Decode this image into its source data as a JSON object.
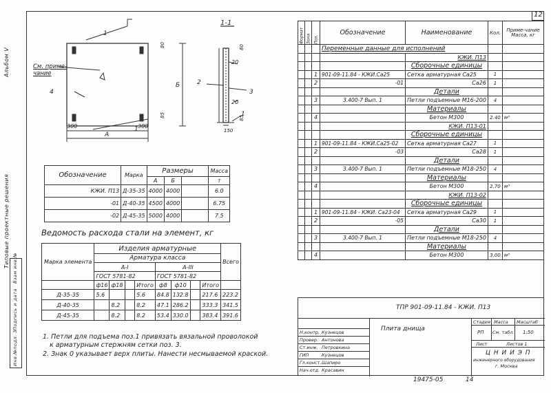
{
  "sheet_number": "12",
  "side": {
    "album": "Альбом V",
    "series": "Типовые проектные решения",
    "inv": "Взам инв.№",
    "sign": "Подпись и дата",
    "orig": "Инв.№подл. 3"
  },
  "drawing": {
    "section_label": "1-1",
    "ref_note": "См. приме-чание",
    "cut_mark": "1",
    "pos4": "4",
    "pos2": "2",
    "pos3": "3",
    "pos1": "1",
    "dim_300_left": "300",
    "dim_300_right": "300",
    "dim_A": "А",
    "dim_B": "Б",
    "dim_80": "80",
    "dim_85": "85",
    "dim_20": "20",
    "dim_150": "150"
  },
  "dims_table": {
    "headers": {
      "designation": "Обозначение",
      "mark": "Марка",
      "sizes": "Размеры",
      "mass": "Масса"
    },
    "subheaders": {
      "a": "А",
      "b": "Б",
      "unit": "т"
    },
    "rows": [
      {
        "designation": "КЖИ. П13",
        "mark": "Д-35-35",
        "a": "4000",
        "b": "4000",
        "extra": "",
        "mass": "6.0"
      },
      {
        "designation": "-01",
        "mark": "Д-40-35",
        "a": "4500",
        "b": "4000",
        "extra": "",
        "mass": "6.75"
      },
      {
        "designation": "-02",
        "mark": "Д-45-35",
        "a": "5000",
        "b": "4000",
        "extra": "",
        "mass": "7.5"
      }
    ]
  },
  "steel_title": "Ведомость расхода стали на элемент, кг",
  "steel_table": {
    "h_products": "Изделия арматурные",
    "h_armature": "Арматура класса",
    "h_mark": "Марка элемента",
    "h_total": "Всего",
    "h_a1": "А-I",
    "h_a3": "А-III",
    "h_gost1": "ГОСТ 5781-82",
    "h_gost2": "ГОСТ 5781-82",
    "cols": [
      "ф16",
      "ф18",
      "",
      "Итого",
      "ф8",
      "ф10",
      "",
      "Итого"
    ],
    "rows": [
      {
        "mark": "Д-35-35",
        "v": [
          "5.6",
          "",
          "",
          "5.6",
          "84.8",
          "132.8",
          "",
          "217.6"
        ],
        "total": "223.2"
      },
      {
        "mark": "Д-40-35",
        "v": [
          "",
          "8.2",
          "",
          "8.2",
          "47.1",
          "286.2",
          "",
          "333.3"
        ],
        "total": "341.5"
      },
      {
        "mark": "Д-45-35",
        "v": [
          "",
          "8.2",
          "",
          "8.2",
          "53.4",
          "330.0",
          "",
          "383.4"
        ],
        "total": "391.6"
      }
    ]
  },
  "notes": [
    "1. Петли для подъема поз.1 привязать вязальной проволокой",
    "к арматурным стержням сетки поз. 3.",
    "2. Знак 0 указывает верх плиты. Нанести несмываемой краской."
  ],
  "spec": {
    "headers": {
      "format": "Формат",
      "zone": "Зона",
      "pos": "Поз.",
      "designation": "Обозначение",
      "name": "Наименование",
      "qty": "Кол.",
      "note": "Приме-чание Масса, кг"
    },
    "rows": [
      {
        "pos": "",
        "des": "Переменные данные для исполнений",
        "name": "",
        "qty": "",
        "note": "",
        "span": true
      },
      {
        "pos": "",
        "des": "",
        "name": "КЖИ. П13",
        "qty": "",
        "note": "",
        "cls": "r u"
      },
      {
        "pos": "",
        "des": "",
        "name": "Сборочные единицы",
        "qty": "",
        "note": "",
        "cls": "c u"
      },
      {
        "pos": "1",
        "des": "901-09-11.84 - КЖИ.Са25",
        "name": "Сетка арматурная Са25",
        "qty": "1",
        "note": ""
      },
      {
        "pos": "2",
        "des": "-01",
        "name": "Са26",
        "qty": "1",
        "note": "",
        "dcls": "r",
        "cls": "r"
      },
      {
        "pos": "",
        "des": "",
        "name": "Детали",
        "qty": "",
        "note": "",
        "cls": "c u"
      },
      {
        "pos": "3",
        "des": "3.400-7   Вып. 1",
        "name": "Петли подъемные М16-200",
        "qty": "4",
        "note": "",
        "dcls": "c"
      },
      {
        "pos": "",
        "des": "",
        "name": "Материалы",
        "qty": "",
        "note": "",
        "cls": "c u"
      },
      {
        "pos": "4",
        "des": "",
        "name": "Бетон  М300",
        "qty": "2.40",
        "note": "м³",
        "cls": "c"
      },
      {
        "pos": "",
        "des": "",
        "name": "КЖИ. П13-01",
        "qty": "",
        "note": "",
        "cls": "r u"
      },
      {
        "pos": "",
        "des": "",
        "name": "Сборочные единицы",
        "qty": "",
        "note": "",
        "cls": "c u"
      },
      {
        "pos": "1",
        "des": "901-09-11.84 - КЖИ.Са25-02",
        "name": "Сетка арматурная Са27",
        "qty": "1",
        "note": ""
      },
      {
        "pos": "2",
        "des": "-03",
        "name": "Са28",
        "qty": "1",
        "note": "",
        "dcls": "r",
        "cls": "r"
      },
      {
        "pos": "",
        "des": "",
        "name": "Детали",
        "qty": "",
        "note": "",
        "cls": "c u"
      },
      {
        "pos": "3",
        "des": "3.400-7   Вып. 1",
        "name": "Петли подъемные М18-250",
        "qty": "4",
        "note": "",
        "dcls": "c"
      },
      {
        "pos": "",
        "des": "",
        "name": "Материалы",
        "qty": "",
        "note": "",
        "cls": "c u"
      },
      {
        "pos": "4",
        "des": "",
        "name": "Бетон  М300",
        "qty": "2.70",
        "note": "м³",
        "cls": "c"
      },
      {
        "pos": "",
        "des": "",
        "name": "КЖИ. П13-02",
        "qty": "",
        "note": "",
        "cls": "r u"
      },
      {
        "pos": "",
        "des": "",
        "name": "Сборочные единицы",
        "qty": "",
        "note": "",
        "cls": "c u"
      },
      {
        "pos": "1",
        "des": "901-09-11.84 - КЖИ. Са23-04",
        "name": "Сетка арматурная Са29",
        "qty": "1",
        "note": ""
      },
      {
        "pos": "2",
        "des": "-05",
        "name": "Са30",
        "qty": "1",
        "note": "",
        "dcls": "r",
        "cls": "r"
      },
      {
        "pos": "",
        "des": "",
        "name": "Детали",
        "qty": "",
        "note": "",
        "cls": "c u"
      },
      {
        "pos": "3",
        "des": "3.400-7   Вып. 1",
        "name": "Петли подъемные М18-250",
        "qty": "4",
        "note": "",
        "dcls": "c"
      },
      {
        "pos": "",
        "des": "",
        "name": "Материалы",
        "qty": "",
        "note": "",
        "cls": "c u"
      },
      {
        "pos": "4",
        "des": "",
        "name": "Бетон  М300",
        "qty": "3.00",
        "note": "м³",
        "cls": "c"
      }
    ]
  },
  "title_block": {
    "code": "ТПР 901-09-11.84 - КЖИ. П13",
    "title": "Плита   днища",
    "stage_h": "Стадия",
    "mass_h": "Масса",
    "scale_h": "Масштаб",
    "stage": "РП",
    "mass": "См. табл.",
    "scale": "1:50",
    "sheet": "Лист",
    "sheets": "Листов 1",
    "org1": "Ц Н И И Э П",
    "org2": "инженерного оборудования",
    "org3": "г. Москва",
    "people": [
      {
        "role": "Н.контр.",
        "name": "Кузнецов"
      },
      {
        "role": "Провер.",
        "name": "Антонова"
      },
      {
        "role": "Ст.инж.",
        "name": "Петровкина"
      },
      {
        "role": "ГИП",
        "name": "Кузнецов"
      },
      {
        "role": "Гл.конст.",
        "name": "Шапиро"
      },
      {
        "role": "Нач.отд.",
        "name": "Красавин"
      }
    ]
  },
  "bottom_code": "19475-05",
  "bottom_page": "14"
}
